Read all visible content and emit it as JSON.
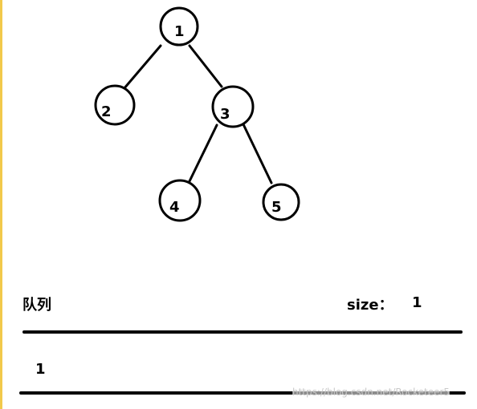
{
  "tree": {
    "nodes": [
      {
        "id": "1",
        "label": "1"
      },
      {
        "id": "2",
        "label": "2"
      },
      {
        "id": "3",
        "label": "3"
      },
      {
        "id": "4",
        "label": "4"
      },
      {
        "id": "5",
        "label": "5"
      }
    ],
    "edges": [
      {
        "from": "1",
        "to": "2"
      },
      {
        "from": "1",
        "to": "3"
      },
      {
        "from": "3",
        "to": "4"
      },
      {
        "from": "3",
        "to": "5"
      }
    ]
  },
  "queue": {
    "title": "队列",
    "size_label": "size：",
    "size_value": "1",
    "items": [
      "1"
    ]
  },
  "watermark": "https://blog.csdn.net/Rocketeer5"
}
